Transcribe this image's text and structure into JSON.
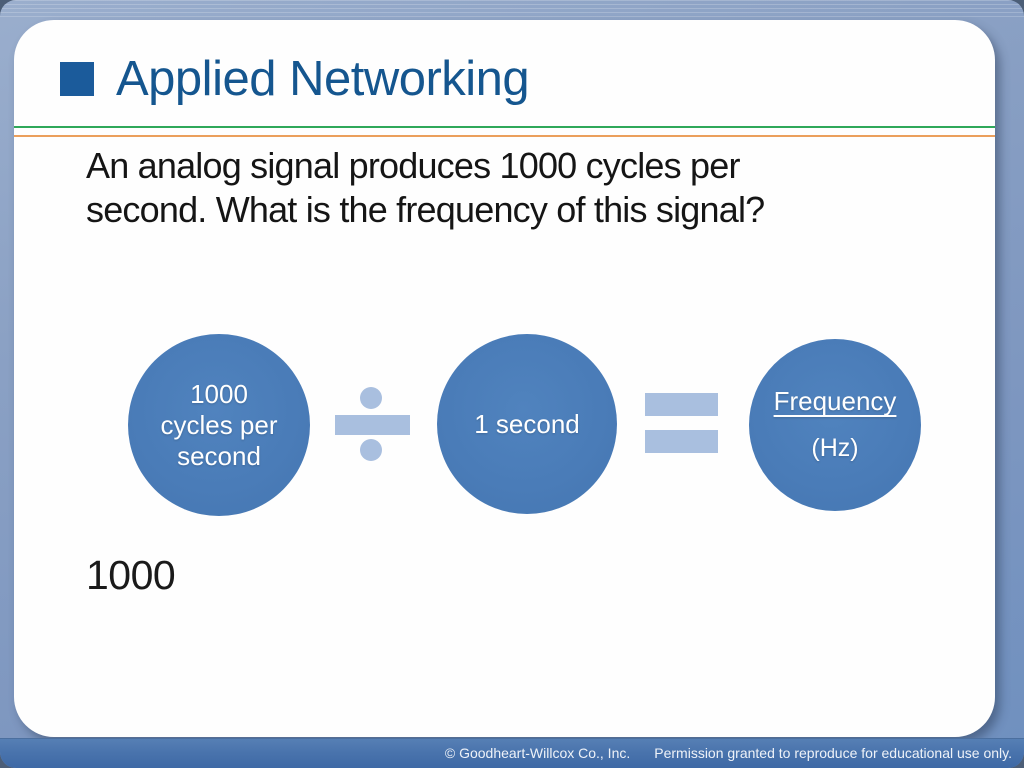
{
  "slide": {
    "title": "Applied Networking",
    "question_lines": [
      "An analog signal produces 1000 cycles per",
      "second. What is the frequency of this signal?"
    ],
    "answer": "1000",
    "diagram": {
      "dividend_lines": [
        "1000",
        "cycles per",
        "second"
      ],
      "operator1": "divide",
      "divisor": "1 second",
      "operator2": "equals",
      "result_title": "Frequency",
      "result_unit": "(Hz)"
    }
  },
  "footer": {
    "copyright": "© Goodheart-Willcox Co., Inc.",
    "permission": "Permission granted to reproduce for educational use only."
  },
  "colors": {
    "title_blue": "#15568f",
    "bullet_blue": "#1b5b9b",
    "circle_blue": "#4a7cb8",
    "operator_light_blue": "#a9bfdf",
    "rule_green": "#2fa85a",
    "rule_orange": "#eb9f5c",
    "footer_bar_blue": "#4a74ad",
    "frame_blue_gray": "#7e97c0"
  }
}
